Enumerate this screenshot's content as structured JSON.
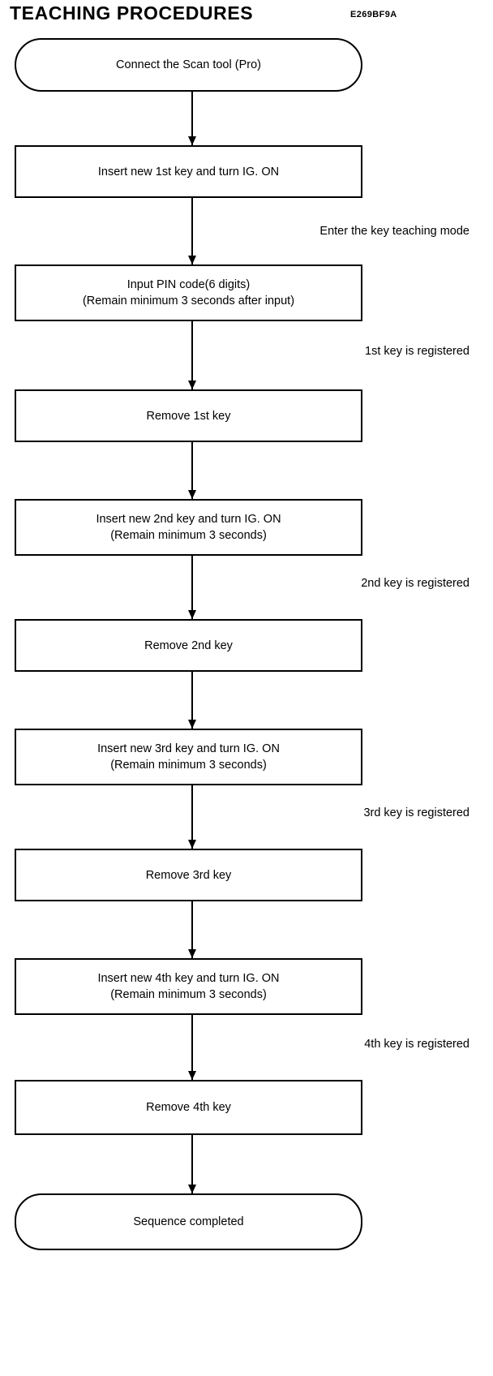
{
  "header": {
    "title": "TEACHING PROCEDURES",
    "ref_code": "E269BF9A"
  },
  "flowchart": {
    "type": "flowchart",
    "orientation": "vertical",
    "line_color": "#000000",
    "fill_color": "#ffffff",
    "nodes": [
      {
        "id": "start",
        "shape": "terminator",
        "text": "Connect the Scan tool (Pro)"
      },
      {
        "id": "insert-1",
        "shape": "process",
        "text": "Insert new 1st key and turn IG. ON"
      },
      {
        "id": "input-pin",
        "shape": "process",
        "text": "Input PIN code(6 digits)\n(Remain minimum 3 seconds after input)"
      },
      {
        "id": "remove-1",
        "shape": "process",
        "text": "Remove 1st key"
      },
      {
        "id": "insert-2",
        "shape": "process",
        "text": "Insert new 2nd key and turn IG. ON\n(Remain minimum 3 seconds)"
      },
      {
        "id": "remove-2",
        "shape": "process",
        "text": "Remove 2nd key"
      },
      {
        "id": "insert-3",
        "shape": "process",
        "text": "Insert new 3rd key and turn IG. ON\n(Remain minimum 3 seconds)"
      },
      {
        "id": "remove-3",
        "shape": "process",
        "text": "Remove 3rd key"
      },
      {
        "id": "insert-4",
        "shape": "process",
        "text": "Insert new 4th key and turn IG. ON\n(Remain minimum 3 seconds)"
      },
      {
        "id": "remove-4",
        "shape": "process",
        "text": "Remove 4th key"
      },
      {
        "id": "end",
        "shape": "terminator",
        "text": "Sequence completed"
      }
    ],
    "edge_labels": [
      {
        "id": "label-teaching-mode",
        "text": "Enter the key teaching mode",
        "after_node": "insert-1"
      },
      {
        "id": "label-key1",
        "text": "1st key is registered",
        "after_node": "input-pin"
      },
      {
        "id": "label-key2",
        "text": "2nd key is registered",
        "after_node": "insert-2"
      },
      {
        "id": "label-key3",
        "text": "3rd key is registered",
        "after_node": "insert-3"
      },
      {
        "id": "label-key4",
        "text": "4th key is registered",
        "after_node": "insert-4"
      }
    ]
  }
}
